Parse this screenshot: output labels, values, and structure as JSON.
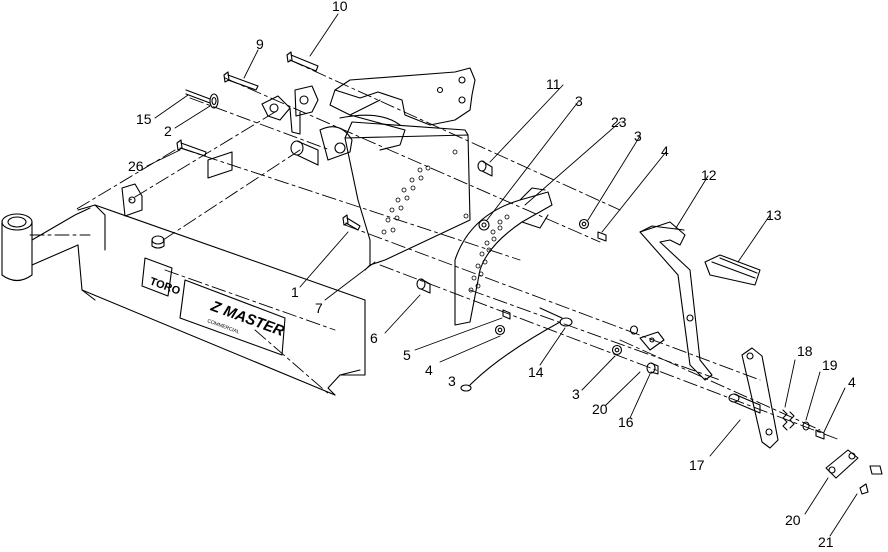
{
  "frame_logo": {
    "brand": "TORO",
    "model": "Z MASTER",
    "subtitle": "COMMERCIAL"
  },
  "callouts": [
    {
      "id": "c10a",
      "text": "10"
    },
    {
      "id": "c9",
      "text": "9"
    },
    {
      "id": "c15",
      "text": "15"
    },
    {
      "id": "c2",
      "text": "2"
    },
    {
      "id": "c26",
      "text": "26"
    },
    {
      "id": "c11",
      "text": "11"
    },
    {
      "id": "c3a",
      "text": "3"
    },
    {
      "id": "c23",
      "text": "23"
    },
    {
      "id": "c3b",
      "text": "3"
    },
    {
      "id": "c4a",
      "text": "4"
    },
    {
      "id": "c12",
      "text": "12"
    },
    {
      "id": "c13",
      "text": "13"
    },
    {
      "id": "c1",
      "text": "1"
    },
    {
      "id": "c7",
      "text": "7"
    },
    {
      "id": "c6",
      "text": "6"
    },
    {
      "id": "c5",
      "text": "5"
    },
    {
      "id": "c4b",
      "text": "4"
    },
    {
      "id": "c3c",
      "text": "3"
    },
    {
      "id": "c14",
      "text": "14"
    },
    {
      "id": "c3d",
      "text": "3"
    },
    {
      "id": "c20a",
      "text": "20"
    },
    {
      "id": "c16",
      "text": "16"
    },
    {
      "id": "c18",
      "text": "18"
    },
    {
      "id": "c19",
      "text": "19"
    },
    {
      "id": "c4c",
      "text": "4"
    },
    {
      "id": "c17",
      "text": "17"
    },
    {
      "id": "c20b",
      "text": "20"
    },
    {
      "id": "c21",
      "text": "21"
    }
  ]
}
